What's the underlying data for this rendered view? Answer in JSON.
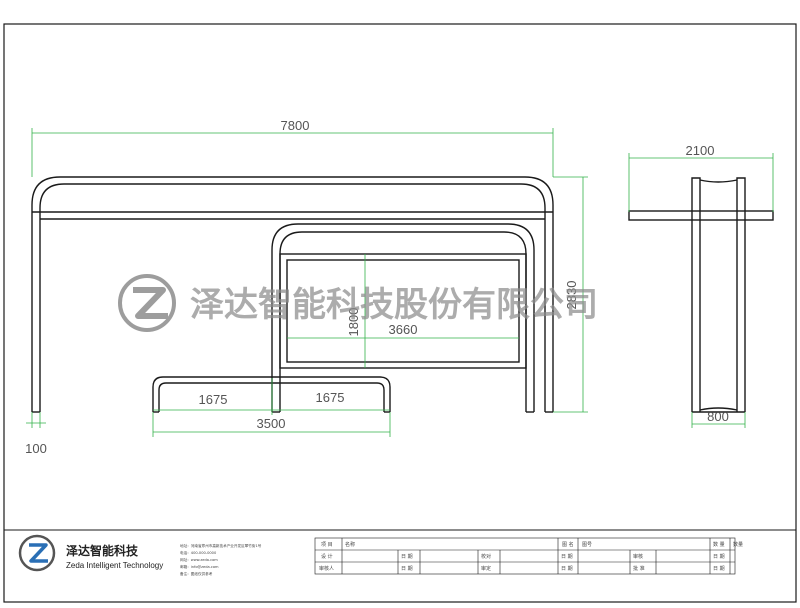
{
  "dimensions": {
    "overall_length": "7800",
    "overall_height": "2830",
    "inner_panel_width": "3660",
    "inner_panel_height": "1800",
    "seat_left": "1675",
    "seat_right": "1675",
    "seat_total": "3500",
    "post_width": "100",
    "side_depth_top": "2100",
    "side_depth_bottom": "800"
  },
  "watermark": {
    "text": "泽达智能科技股份有限公司"
  },
  "title_block": {
    "company_cn": "泽达智能科技",
    "company_en": "Zeda Intelligent Technology",
    "info_lines": [
      "地址：河南省郑州市高新技术产业开发区翠竹街1号",
      "电话：400-000-0000",
      "网址：www.zeda.com",
      "邮箱：info@zeda.com",
      "备注：图纸仅供参考"
    ],
    "row1": [
      "项 目",
      "名称",
      "图 名",
      "图号",
      "数 量",
      "数量"
    ],
    "row2": [
      "设 计",
      "日 期",
      "校对",
      "日 期",
      "审核",
      "日 期"
    ],
    "row3": [
      "审核人",
      "日 期",
      "审定",
      "日 期",
      "批 准",
      "日 期"
    ]
  },
  "colors": {
    "frame": "#1a1a1a",
    "dimension": "#33b24a",
    "watermark": "#8c8c8c"
  }
}
